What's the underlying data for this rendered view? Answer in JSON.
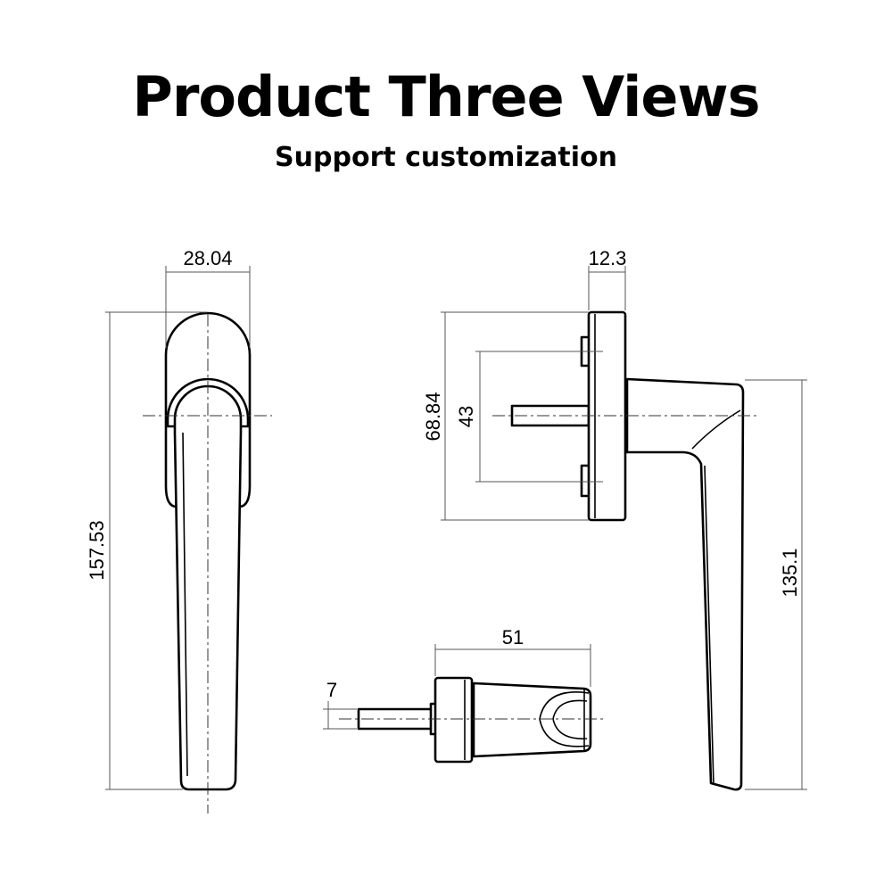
{
  "header": {
    "title": "Product Three Views",
    "subtitle": "Support customization"
  },
  "dimensions": {
    "front_width": "28.04",
    "front_height": "157.53",
    "side_depth": "12.3",
    "side_base_height": "68.84",
    "side_hole_spacing": "43",
    "side_handle_length": "135.1",
    "top_length": "51",
    "top_spindle": "7"
  },
  "colors": {
    "line": "#000000",
    "dimension_line": "#555555",
    "background": "#ffffff"
  }
}
